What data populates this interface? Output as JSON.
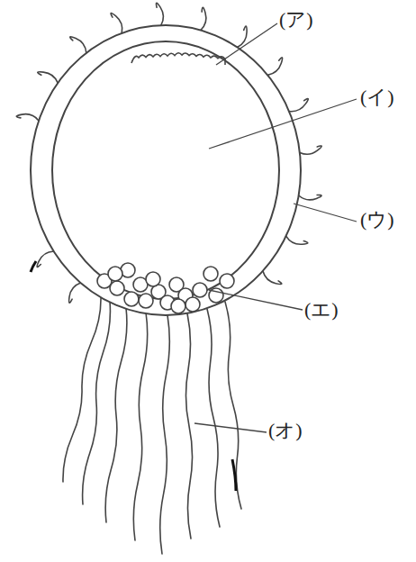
{
  "diagram": {
    "labels": [
      "(ア)",
      "(イ)",
      "(ウ)",
      "(エ)",
      "(オ)"
    ]
  }
}
